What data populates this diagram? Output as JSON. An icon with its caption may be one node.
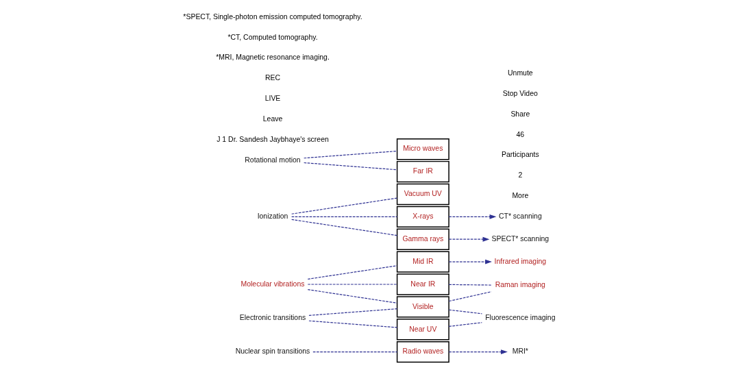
{
  "diagram": {
    "nodes": [
      {
        "text": [
          "Gamma rays"
        ]
      },
      {
        "text": [
          "X-rays"
        ]
      },
      {
        "text": [
          "Vacuum UV"
        ]
      },
      {
        "text": [
          "Near UV"
        ]
      },
      {
        "text": [
          "Visible"
        ]
      },
      {
        "text": [
          "Near IR"
        ]
      },
      {
        "text": [
          "Mid IR"
        ]
      },
      {
        "text": [
          "Far IR"
        ]
      },
      {
        "text": [
          "Micro waves"
        ]
      },
      {
        "text": [
          "Radio waves"
        ]
      },
      {
        "text": [
          "Ionization"
        ]
      },
      {
        "text": [
          "Electronic transitions"
        ]
      },
      {
        "text": [
          "Molecular vibrations"
        ]
      },
      {
        "text": [
          "Rotational motion"
        ]
      },
      {
        "text": [
          "Nuclear spin transitions"
        ]
      },
      {
        "text": [
          "SPECT* scanning"
        ]
      },
      {
        "text": [
          "CT* scanning"
        ]
      },
      {
        "text": [
          "Fluorescence imaging"
        ]
      },
      {
        "text": [
          "Raman imaging"
        ]
      },
      {
        "text": [
          "Infrared imaging"
        ]
      },
      {
        "text": [
          "MRI*"
        ]
      }
    ],
    "edges": [
      {
        "from": 10,
        "to": 0,
        "arrow": "none",
        "style": "dashed"
      },
      {
        "from": 10,
        "to": 1,
        "arrow": "none",
        "style": "dashed"
      },
      {
        "from": 10,
        "to": 2,
        "arrow": "none",
        "style": "dashed"
      },
      {
        "from": 11,
        "to": 3,
        "arrow": "none",
        "style": "dashed"
      },
      {
        "from": 11,
        "to": 4,
        "arrow": "none",
        "style": "dashed"
      },
      {
        "from": 12,
        "to": 4,
        "arrow": "none",
        "style": "dashed"
      },
      {
        "from": 12,
        "to": 5,
        "arrow": "none",
        "style": "dashed"
      },
      {
        "from": 12,
        "to": 6,
        "arrow": "none",
        "style": "dashed"
      },
      {
        "from": 13,
        "to": 7,
        "arrow": "none",
        "style": "dashed"
      },
      {
        "from": 13,
        "to": 8,
        "arrow": "none",
        "style": "dashed"
      },
      {
        "from": 14,
        "to": 9,
        "arrow": "none",
        "style": "dashed"
      },
      {
        "from": 0,
        "to": 15,
        "arrow": "to",
        "style": "dashed"
      },
      {
        "from": 1,
        "to": 16,
        "arrow": "to",
        "style": "dashed"
      },
      {
        "from": 3,
        "to": 17,
        "arrow": "none",
        "style": "dashed"
      },
      {
        "from": 4,
        "to": 17,
        "arrow": "none",
        "style": "dashed"
      },
      {
        "from": 4,
        "to": 18,
        "arrow": "none",
        "style": "dashed"
      },
      {
        "from": 5,
        "to": 18,
        "arrow": "none",
        "style": "dashed"
      },
      {
        "from": 6,
        "to": 19,
        "arrow": "to",
        "style": "dashed"
      },
      {
        "from": 9,
        "to": 20,
        "arrow": "to",
        "style": "dashed"
      }
    ],
    "labels": [
      "*SPECT, Single-photon emission computed tomography.",
      "*CT, Computed tomography.",
      "*MRI, Magnetic resonance imaging.",
      "REC",
      "LIVE",
      "Leave",
      "J 1 Dr. Sandesh Jaybhaye's screen",
      "Unmute",
      "Stop Video",
      "Share",
      "46",
      "Participants",
      "2",
      "More"
    ]
  }
}
